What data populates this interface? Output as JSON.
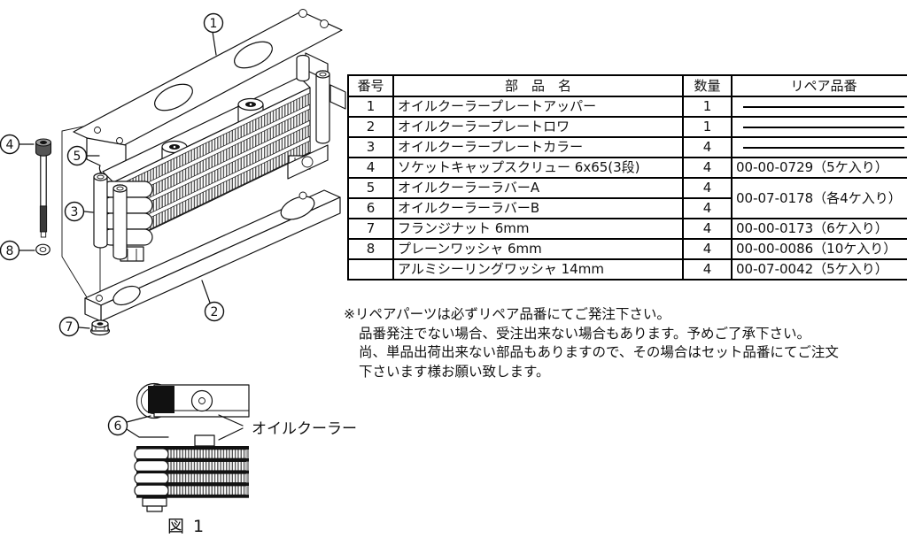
{
  "ink": "#111111",
  "figure": {
    "callouts": {
      "c1": "1",
      "c2": "2",
      "c3": "3",
      "c4": "4",
      "c5": "5",
      "c6": "6",
      "c7": "7",
      "c8": "8"
    },
    "oil_cooler_label": "オイルクーラー",
    "fig_caption": "図 1"
  },
  "table": {
    "headers": {
      "no": "番号",
      "name": "部　品　名",
      "qty": "数量",
      "repair": "リペア品番"
    },
    "rows": [
      {
        "no": "1",
        "name": "オイルクーラープレートアッパー",
        "qty": "1",
        "repair": ""
      },
      {
        "no": "2",
        "name": "オイルクーラープレートロワ",
        "qty": "1",
        "repair": ""
      },
      {
        "no": "3",
        "name": "オイルクーラープレートカラー",
        "qty": "4",
        "repair": ""
      },
      {
        "no": "4",
        "name": "ソケットキャップスクリュー 6x65(3段)",
        "qty": "4",
        "repair": "00-00-0729（5ケ入り）"
      },
      {
        "no": "5",
        "name": "オイルクーラーラバーA",
        "qty": "4",
        "repair": "00-07-0178（各4ケ入り）"
      },
      {
        "no": "6",
        "name": "オイルクーラーラバーB",
        "qty": "4",
        "repair": ""
      },
      {
        "no": "7",
        "name": "フランジナット 6mm",
        "qty": "4",
        "repair": "00-00-0173（6ケ入り）"
      },
      {
        "no": "8",
        "name": "プレーンワッシャ 6mm",
        "qty": "4",
        "repair": "00-00-0086（10ケ入り）"
      },
      {
        "no": "",
        "name": "アルミシーリングワッシャ 14mm",
        "qty": "4",
        "repair": "00-07-0042（5ケ入り）"
      }
    ]
  },
  "notes": {
    "line1": "※リペアパーツは必ずリペア品番にてご発注下さい。",
    "line2": "品番発注でない場合、受注出来ない場合もあります。予めご了承下さい。",
    "line3": "尚、単品出荷出来ない部品もありますので、その場合はセット品番にてご注文",
    "line4": "下さいます様お願い致します。"
  }
}
